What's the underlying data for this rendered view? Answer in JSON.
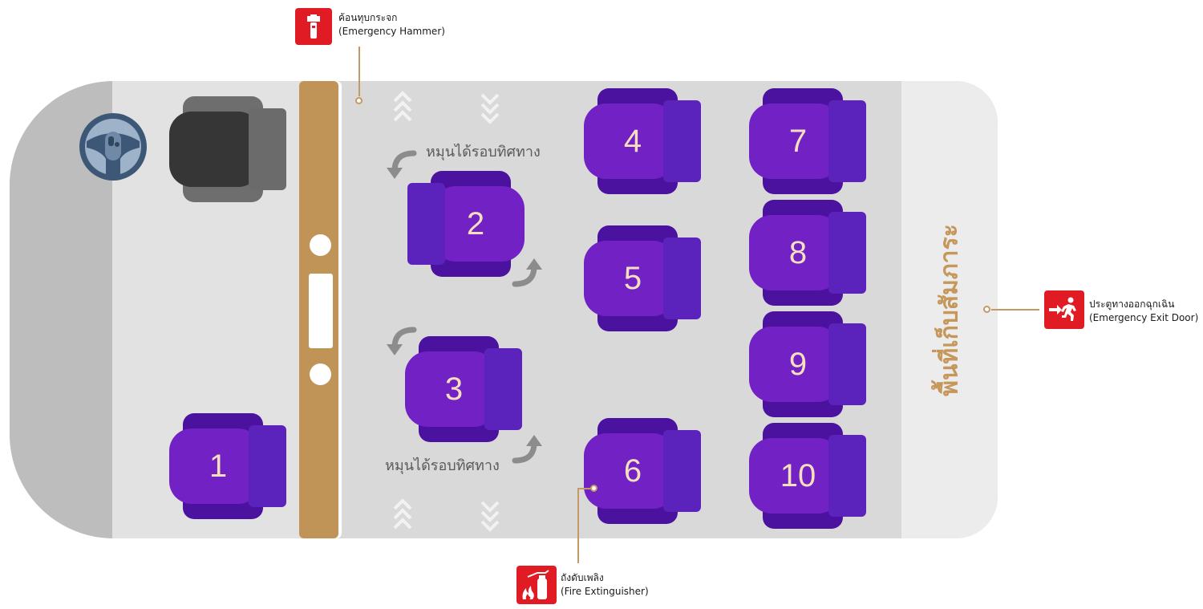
{
  "seats": [
    {
      "number": "1"
    },
    {
      "number": "2"
    },
    {
      "number": "3"
    },
    {
      "number": "4"
    },
    {
      "number": "5"
    },
    {
      "number": "6"
    },
    {
      "number": "7"
    },
    {
      "number": "8"
    },
    {
      "number": "9"
    },
    {
      "number": "10"
    }
  ],
  "rotate_label_top": "หมุนได้รอบทิศทาง",
  "rotate_label_bottom": "หมุนได้รอบทิศทาง",
  "cargo_label": "พื้นที่เก็บสัมภาระ",
  "callouts": {
    "hammer": {
      "thai": "ค้อนทุบกระจก",
      "english": "(Emergency Hammer)",
      "icon": "emergency-hammer-icon"
    },
    "exit": {
      "thai": "ประตูทางออกฉุกเฉิน",
      "english": "(Emergency Exit Door)",
      "icon": "emergency-exit-icon"
    },
    "extinguisher": {
      "thai": "ถังดับเพลิง",
      "english": "(Fire Extinguisher)",
      "icon": "fire-extinguisher-icon"
    }
  },
  "colors": {
    "seat_purple": "#7121c4",
    "seat_dark_purple": "#4a129e",
    "seat_number": "#f7dfbe",
    "partition": "#c09457",
    "badge_red": "#e01b24",
    "leader": "#c39a65"
  }
}
